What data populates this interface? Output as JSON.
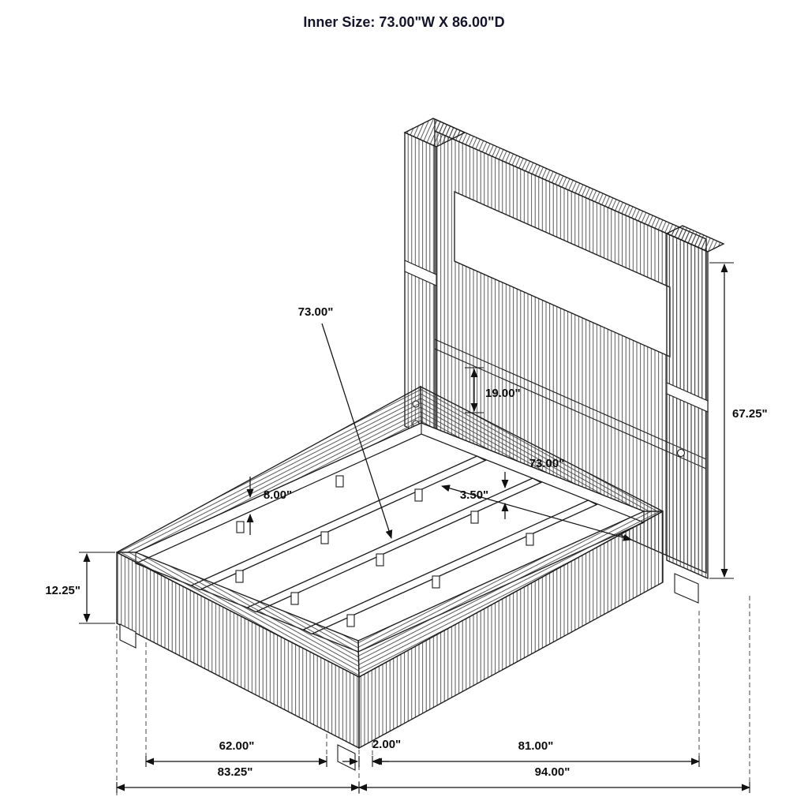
{
  "title": "Inner Size: 73.00\"W X 86.00\"D",
  "labels": {
    "slat_length": "73.00\"",
    "headboard_gap": "19.00\"",
    "headboard_height": "67.25\"",
    "inner_width": "73.00\"",
    "slat_thickness": "3.50\"",
    "support_height": "8.00\"",
    "base_height": "12.25\"",
    "foot_width_inner": "62.00\"",
    "base_width": "83.25\"",
    "side_offset": "2.00\"",
    "inner_length": "81.00\"",
    "overall_length": "94.00\""
  }
}
